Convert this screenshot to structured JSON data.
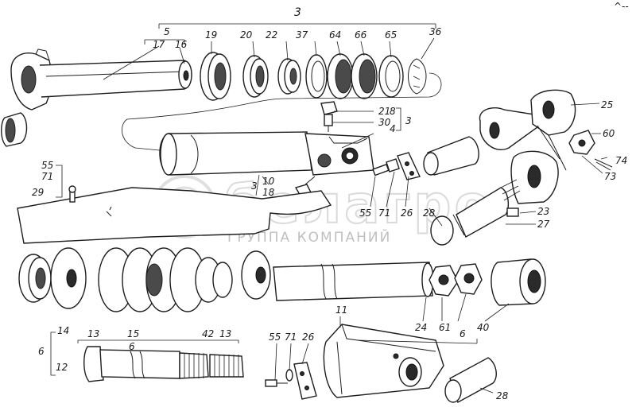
{
  "watermark": {
    "brand": "белагро",
    "tagline": "ГРУППА КОМПАНИЙ"
  },
  "corner_mark": "^--",
  "labels": {
    "n3_top": "3",
    "n5": "5",
    "n17": "17",
    "n16": "16",
    "n19": "19",
    "n20": "20",
    "n22": "22",
    "n37": "37",
    "n64": "64",
    "n66": "66",
    "n65": "65",
    "n36": "36",
    "n25": "25",
    "n60": "60",
    "n74": "74",
    "n73": "73",
    "n21": "21",
    "n30": "30",
    "n8": "8",
    "n3_mid": "3",
    "n4": "4",
    "n55_a": "55",
    "n71_a": "71",
    "n29": "29",
    "n3_low": "3",
    "n10": "10",
    "n18": "18",
    "n55_b": "55",
    "n71_b": "71",
    "n26_a": "26",
    "n28_a": "28",
    "n23": "23",
    "n27": "27",
    "n24": "24",
    "n61": "61",
    "n40": "40",
    "n11": "11",
    "n6_a": "6",
    "n14": "14",
    "n13_a": "13",
    "n15": "15",
    "n6_b": "6",
    "n6_c": "6",
    "n42": "42",
    "n13_b": "13",
    "n12": "12",
    "n55_c": "55",
    "n71_c": "71",
    "n26_b": "26",
    "n28_b": "28"
  }
}
